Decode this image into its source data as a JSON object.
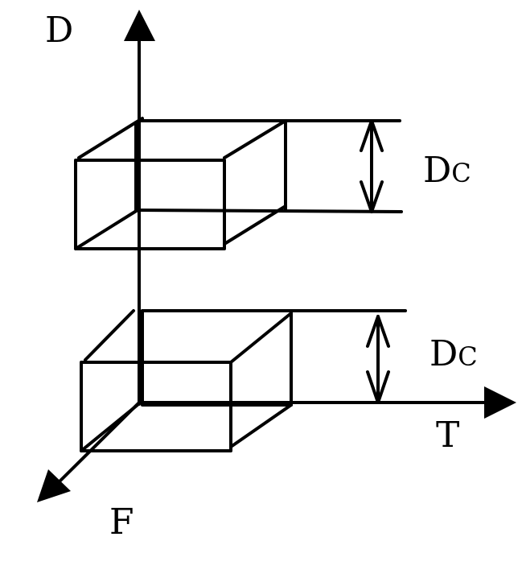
{
  "axes": {
    "vertical_label": "D",
    "horizontal_label": "T",
    "diagonal_label": "F"
  },
  "dimension_labels": [
    {
      "main": "D",
      "subscript": "C"
    },
    {
      "main": "D",
      "subscript": "C"
    }
  ],
  "colors": {
    "stroke": "#000000",
    "background": "#ffffff"
  }
}
